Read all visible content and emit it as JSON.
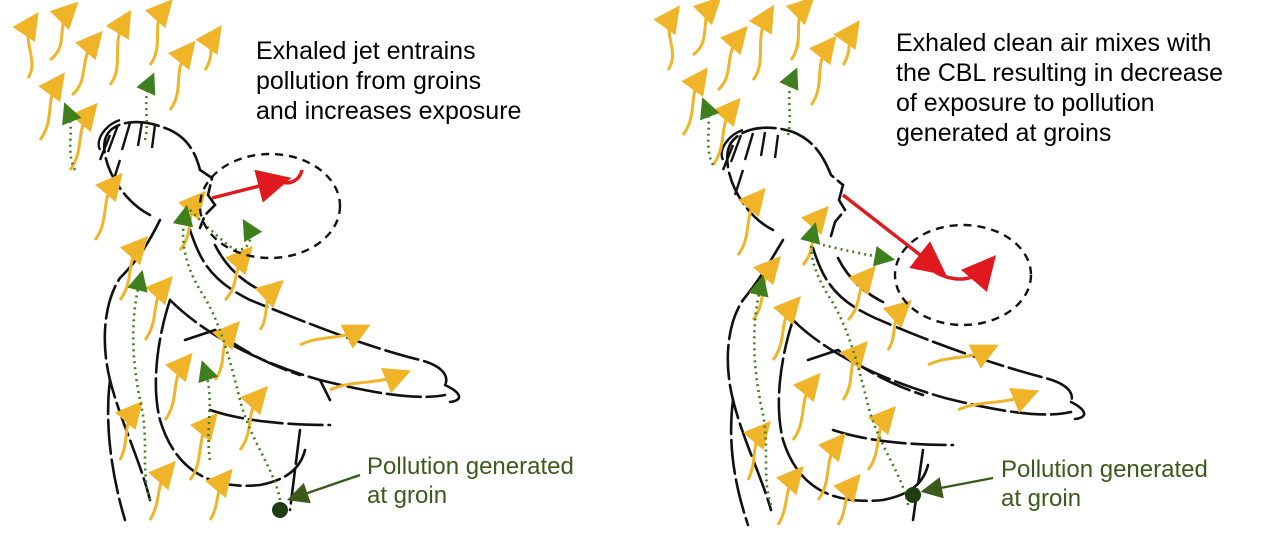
{
  "colors": {
    "thermal_plume": "#f0b429",
    "pollution_flow": "#3f7f1e",
    "exhaled_jet": "#e0191e",
    "outline": "#111111",
    "groin_label": "#3b5a1b",
    "groin_dot": "#1e3d12"
  },
  "panels": [
    {
      "caption": "Exhaled jet entrains\npollution from groins\nand increases exposure",
      "groin_label": "Pollution generated\nat groin"
    },
    {
      "caption": "Exhaled clean air mixes with\nthe CBL resulting in decrease\nof exposure to pollution\ngenerated at groins",
      "groin_label": "Pollution generated\nat groin"
    }
  ]
}
